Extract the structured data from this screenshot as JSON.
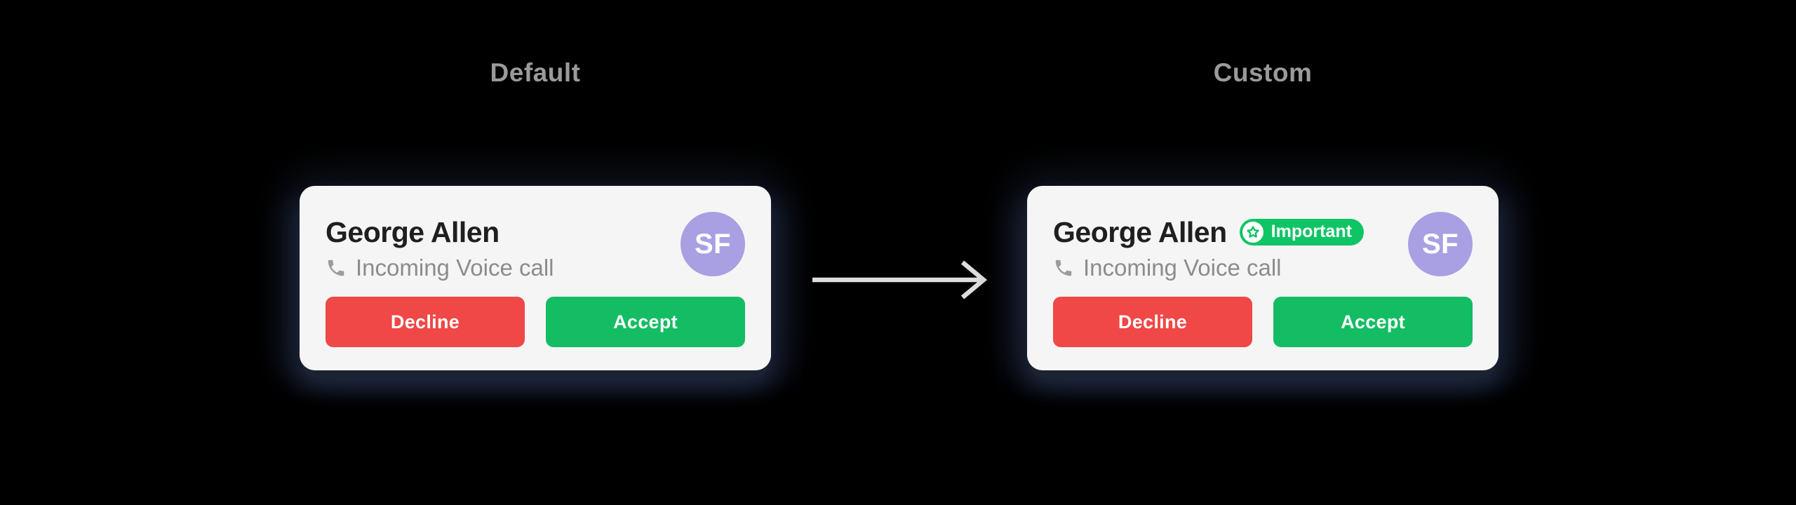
{
  "page": {
    "background": "#000000"
  },
  "colors": {
    "card_background": "#F5F5F5",
    "name_text": "#1F1F1F",
    "subtitle_text": "#8C8C8C",
    "section_title_text": "#9A9A9A",
    "decline_red": "#F04747",
    "accept_green": "#14BD63",
    "badge_green": "#0FC465",
    "avatar_purple": "#A8A0E2",
    "arrow_gray": "#DEDEDE",
    "shadow_navy": "#1B2232"
  },
  "sections": {
    "default": {
      "title": "Default",
      "card": {
        "name": "George Allen",
        "subtitle": "Incoming Voice call",
        "phone_icon": "phone-handset-icon",
        "avatar_initials": "SF",
        "decline_label": "Decline",
        "accept_label": "Accept"
      }
    },
    "custom": {
      "title": "Custom",
      "card": {
        "name": "George Allen",
        "badge": {
          "icon": "star-icon",
          "label": "Important"
        },
        "subtitle": "Incoming Voice call",
        "phone_icon": "phone-handset-icon",
        "avatar_initials": "SF",
        "decline_label": "Decline",
        "accept_label": "Accept"
      }
    }
  },
  "arrow": {
    "direction": "right"
  }
}
